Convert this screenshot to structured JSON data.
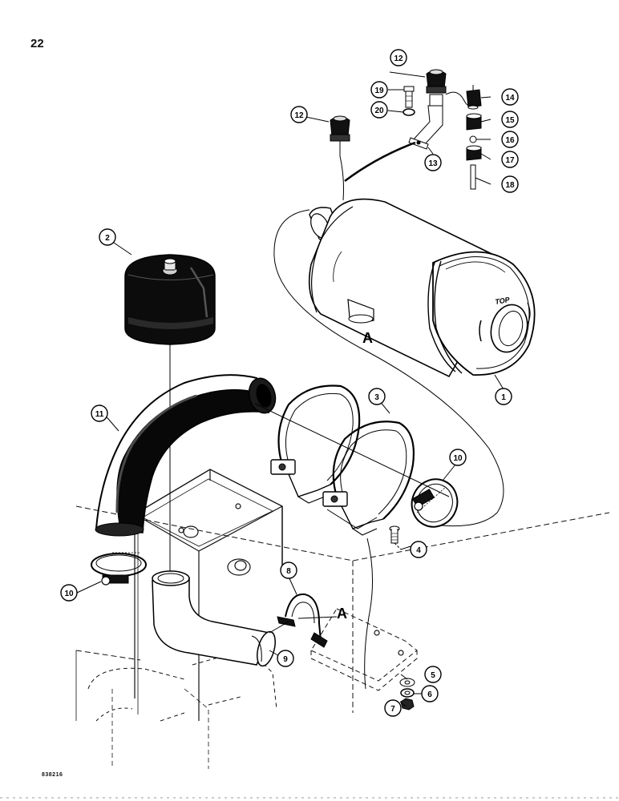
{
  "page": {
    "number": "22",
    "drawing_code": "838216"
  },
  "view_labels": {
    "upper": "A",
    "lower": "A"
  },
  "filter_marking": "TOP",
  "callouts": [
    {
      "id": "c1",
      "label": "1",
      "part": "air cleaner assembly"
    },
    {
      "id": "c2",
      "label": "2",
      "part": "precleaner cap"
    },
    {
      "id": "c3",
      "label": "3",
      "part": "mounting bands"
    },
    {
      "id": "c4",
      "label": "4",
      "part": "bolt"
    },
    {
      "id": "c5",
      "label": "5",
      "part": "flat washer"
    },
    {
      "id": "c6",
      "label": "6",
      "part": "lock washer"
    },
    {
      "id": "c7",
      "label": "7",
      "part": "nut"
    },
    {
      "id": "c8",
      "label": "8",
      "part": "clamp"
    },
    {
      "id": "c9",
      "label": "9",
      "part": "elbow"
    },
    {
      "id": "c10a",
      "label": "10",
      "part": "hose clamp"
    },
    {
      "id": "c10b",
      "label": "10",
      "part": "hose clamp"
    },
    {
      "id": "c11",
      "label": "11",
      "part": "intake hose"
    },
    {
      "id": "c12a",
      "label": "12",
      "part": "restriction indicator"
    },
    {
      "id": "c12b",
      "label": "12",
      "part": "restriction indicator"
    },
    {
      "id": "c13",
      "label": "13",
      "part": "bracket"
    },
    {
      "id": "c14",
      "label": "14",
      "part": "fitting"
    },
    {
      "id": "c15",
      "label": "15",
      "part": "nut"
    },
    {
      "id": "c16",
      "label": "16",
      "part": "sleeve"
    },
    {
      "id": "c17",
      "label": "17",
      "part": "nut"
    },
    {
      "id": "c18",
      "label": "18",
      "part": "tube"
    },
    {
      "id": "c19",
      "label": "19",
      "part": "bolt"
    },
    {
      "id": "c20",
      "label": "20",
      "part": "washer"
    }
  ]
}
